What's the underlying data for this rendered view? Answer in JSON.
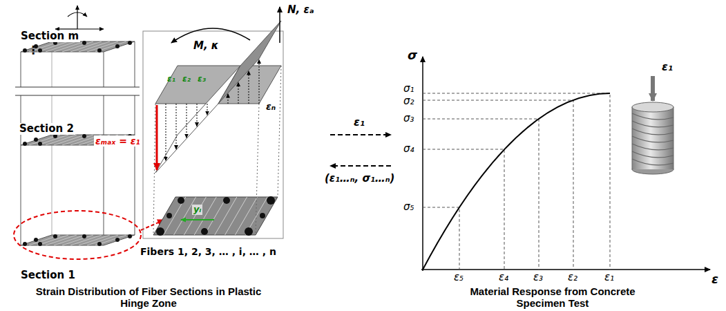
{
  "diagram": {
    "labels": [
      "Section m",
      "⋮",
      "Section 2",
      "Section 1",
      "N, εₐ",
      "M, κ",
      "εₘₐₓ = ε₁",
      "ε₁",
      "ε₂",
      "ε₃",
      "εₙ",
      "yᵢ",
      "Fibers 1, 2, 3, … , i, … , n",
      "ε₁",
      "(ε₁…ₙ, σ₁…ₙ)",
      "σ",
      "ε",
      "σ₁",
      "σ₂",
      "σ₃",
      "σ₄",
      "σ₅",
      "ε₅",
      "ε₄",
      "ε₃",
      "ε₂",
      "ε₁",
      "ε₁",
      "Strain Distribution of Fiber Sections in Plastic Hinge Zone",
      "Material Response from Concrete Specimen Test"
    ]
  }
}
